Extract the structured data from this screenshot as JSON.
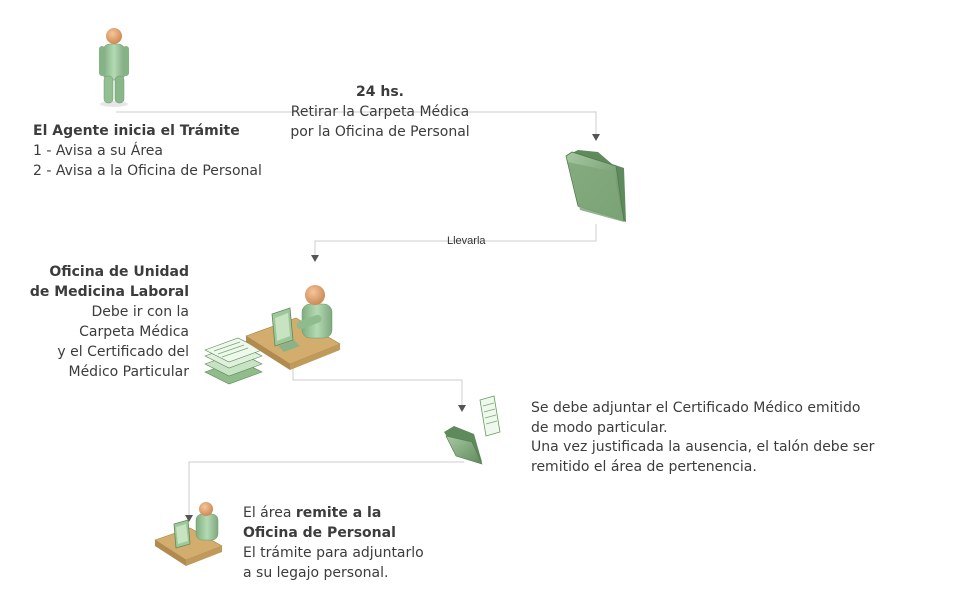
{
  "step1": {
    "title": "El Agente inicia el Trámite",
    "line1": "1 - Avisa a su Área",
    "line2": "2 - Avisa a la Oficina de Personal"
  },
  "step2": {
    "title": "24 hs.",
    "line1": "Retirar la Carpeta Médica",
    "line2": "por la Oficina de Personal"
  },
  "connector_label": "Llevarla",
  "step3": {
    "title1": "Oficina de Unidad",
    "title2": "de Medicina Laboral",
    "line1": "Debe ir con la",
    "line2": "Carpeta Médica",
    "line3": "y el Certificado del",
    "line4": "Médico Particular"
  },
  "step4": {
    "line1": "Se debe adjuntar el Certificado Médico emitido",
    "line2": "de modo particular.",
    "line3": "Una vez justificada la ausencia, el talón debe ser",
    "line4": "remitido el área de pertenencia."
  },
  "step5": {
    "prefix": "El área ",
    "bold1": "remite a la",
    "bold2": "Oficina de Personal",
    "line1": "El trámite para adjuntarlo",
    "line2": "a su legajo personal."
  },
  "colors": {
    "figure_green": "#9cc79c",
    "figure_head": "#e3a06c",
    "folder_green": "#7fa57a",
    "desk": "#d2ad6e",
    "connector": "#cfcfcf"
  }
}
